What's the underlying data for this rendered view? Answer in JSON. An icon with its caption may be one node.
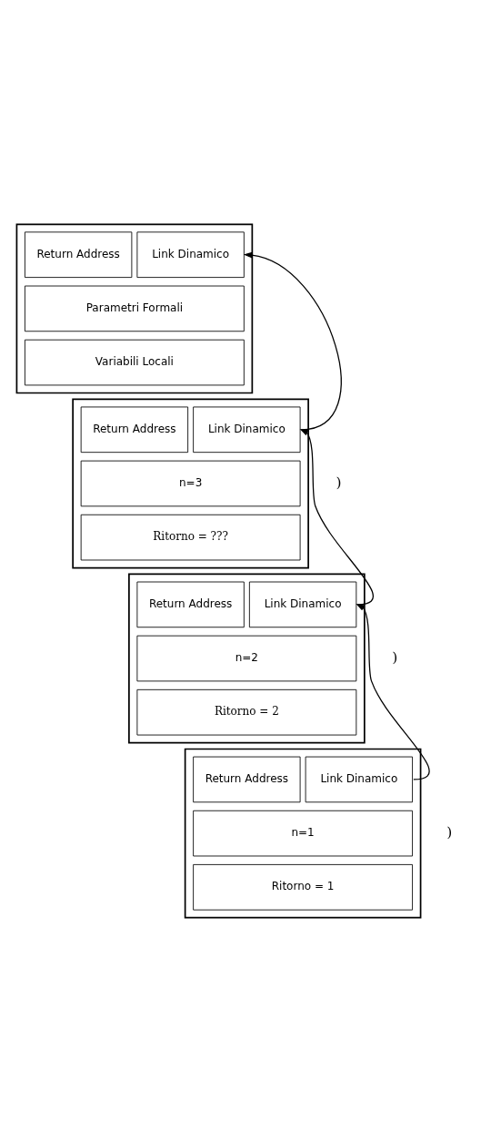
{
  "diagram": {
    "nodes": [
      {
        "text": [],
        "shape": "box"
      },
      {
        "text": [
          "Return Address"
        ],
        "in": 0
      },
      {
        "text": [
          "Link Dinamico"
        ],
        "in": 0
      },
      {
        "text": [
          "Parametri Formali"
        ],
        "in": 0
      },
      {
        "text": [
          "Variabili Locali"
        ],
        "in": 0
      },
      {
        "text": [],
        "shape": "box"
      },
      {
        "text": [
          "Return Address"
        ],
        "in": 5
      },
      {
        "text": [
          "Link Dinamico"
        ],
        "in": 5
      },
      {
        "text": [
          "n=3"
        ],
        "in": 5
      },
      {
        "text": [
          "Ritorno = ???"
        ],
        "in": 5
      },
      {
        "text": [],
        "shape": "box"
      },
      {
        "text": [
          "Return Address"
        ],
        "in": 10
      },
      {
        "text": [
          "Link Dinamico"
        ],
        "in": 10
      },
      {
        "text": [
          "n=2"
        ],
        "in": 10
      },
      {
        "text": [
          "Ritorno = 2"
        ],
        "in": 10
      },
      {
        "text": [],
        "shape": "box"
      },
      {
        "text": [
          "Return Address"
        ],
        "in": 15
      },
      {
        "text": [
          "Link Dinamico"
        ],
        "in": 15
      },
      {
        "text": [
          "n=1"
        ],
        "in": 15
      },
      {
        "text": [
          "Ritorno = 1"
        ],
        "in": 15
      }
    ],
    "edges": [
      {
        "from": 7,
        "to": 2,
        "arrow": "to"
      },
      {
        "from": 12,
        "to": 7,
        "arrow": "to"
      },
      {
        "from": 17,
        "to": 12,
        "arrow": "to"
      }
    ],
    "labels": [
      ")",
      ")",
      ")"
    ]
  }
}
